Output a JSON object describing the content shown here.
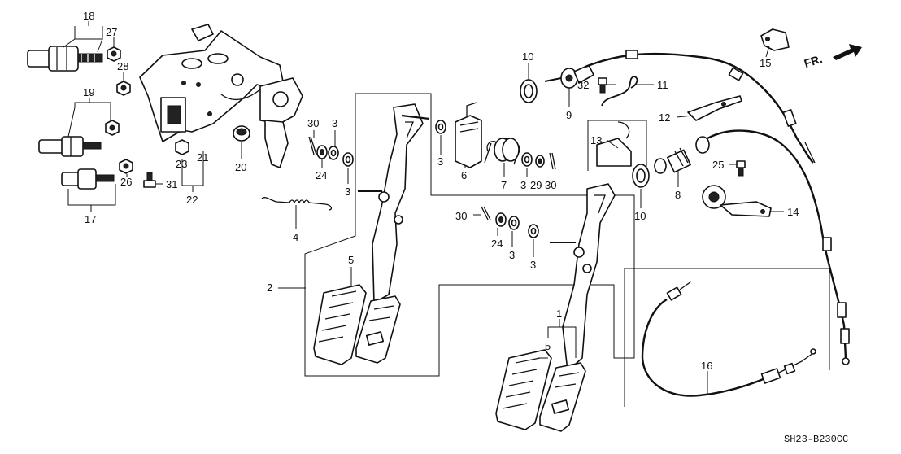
{
  "diagram": {
    "title": "Accelerator pedal and throttle cable assembly (exploded view)",
    "code": "SH23-B230CC",
    "direction_label": "FR.",
    "callouts": [
      {
        "id": "c1",
        "text": "1"
      },
      {
        "id": "c2",
        "text": "2"
      },
      {
        "id": "c3a",
        "text": "3"
      },
      {
        "id": "c3b",
        "text": "3"
      },
      {
        "id": "c3c",
        "text": "3"
      },
      {
        "id": "c3d",
        "text": "3"
      },
      {
        "id": "c3e",
        "text": "3"
      },
      {
        "id": "c3f",
        "text": "3"
      },
      {
        "id": "c4",
        "text": "4"
      },
      {
        "id": "c5a",
        "text": "5"
      },
      {
        "id": "c5b",
        "text": "5"
      },
      {
        "id": "c6",
        "text": "6"
      },
      {
        "id": "c7",
        "text": "7"
      },
      {
        "id": "c8",
        "text": "8"
      },
      {
        "id": "c9",
        "text": "9"
      },
      {
        "id": "c10a",
        "text": "10"
      },
      {
        "id": "c10b",
        "text": "10"
      },
      {
        "id": "c11",
        "text": "11"
      },
      {
        "id": "c12",
        "text": "12"
      },
      {
        "id": "c13",
        "text": "13"
      },
      {
        "id": "c14",
        "text": "14"
      },
      {
        "id": "c15",
        "text": "15"
      },
      {
        "id": "c16",
        "text": "16"
      },
      {
        "id": "c17",
        "text": "17"
      },
      {
        "id": "c18",
        "text": "18"
      },
      {
        "id": "c19",
        "text": "19"
      },
      {
        "id": "c20",
        "text": "20"
      },
      {
        "id": "c21",
        "text": "21"
      },
      {
        "id": "c22",
        "text": "22"
      },
      {
        "id": "c23",
        "text": "23"
      },
      {
        "id": "c24a",
        "text": "24"
      },
      {
        "id": "c24b",
        "text": "24"
      },
      {
        "id": "c25",
        "text": "25"
      },
      {
        "id": "c26",
        "text": "26"
      },
      {
        "id": "c27",
        "text": "27"
      },
      {
        "id": "c28",
        "text": "28"
      },
      {
        "id": "c29",
        "text": "29"
      },
      {
        "id": "c30a",
        "text": "30"
      },
      {
        "id": "c30b",
        "text": "30"
      },
      {
        "id": "c30c",
        "text": "30"
      },
      {
        "id": "c31",
        "text": "31"
      },
      {
        "id": "c32",
        "text": "32"
      }
    ]
  }
}
